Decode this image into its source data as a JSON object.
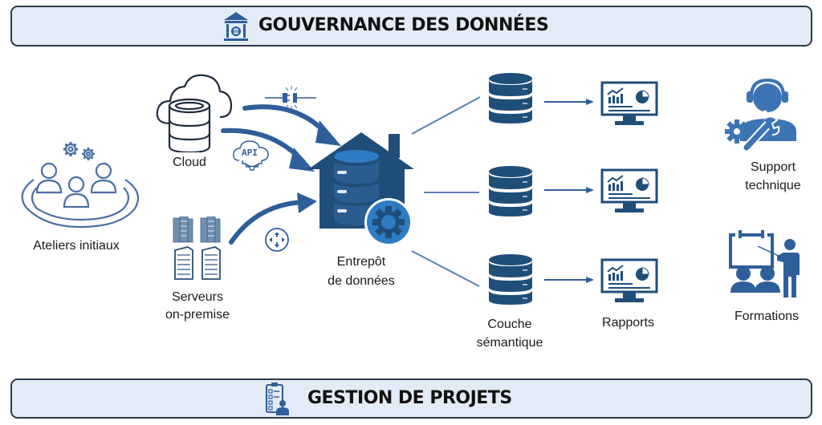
{
  "header": {
    "title": "GOUVERNANCE DES DONNÉES",
    "icon": "bank-building-icon"
  },
  "footer": {
    "title": "GESTION DE PROJETS",
    "icon": "project-checklist-icon"
  },
  "nodes": {
    "ateliers": {
      "label": "Ateliers initiaux",
      "icon": "workshop-group-icon"
    },
    "cloud": {
      "label": "Cloud",
      "icon": "cloud-database-icon"
    },
    "serveurs": {
      "line1": "Serveurs",
      "line2": "on-premise",
      "icon": "server-racks-icon"
    },
    "entrepot": {
      "line1": "Entrepôt",
      "line2": "de données",
      "icon": "data-warehouse-icon"
    },
    "couche": {
      "line1": "Couche",
      "line2": "sémantique",
      "icon": "database-icon"
    },
    "rapports": {
      "label": "Rapports",
      "icon": "report-monitor-icon"
    },
    "support": {
      "line1": "Support",
      "line2": "technique",
      "icon": "support-agent-icon"
    },
    "formations": {
      "label": "Formations",
      "icon": "training-icon"
    }
  },
  "connectors": {
    "plug": "plug-connector-icon",
    "api": {
      "text": "API",
      "icon": "api-cloud-icon"
    },
    "router": "router-icon"
  },
  "colors": {
    "dark_blue": "#1f4e79",
    "mid_blue": "#2e6bb0",
    "icon_blue": "#3d74b3",
    "outline_blue": "#4a6fa5",
    "banner_bg": "#e3ebf7",
    "banner_border": "#2c3a4a"
  }
}
